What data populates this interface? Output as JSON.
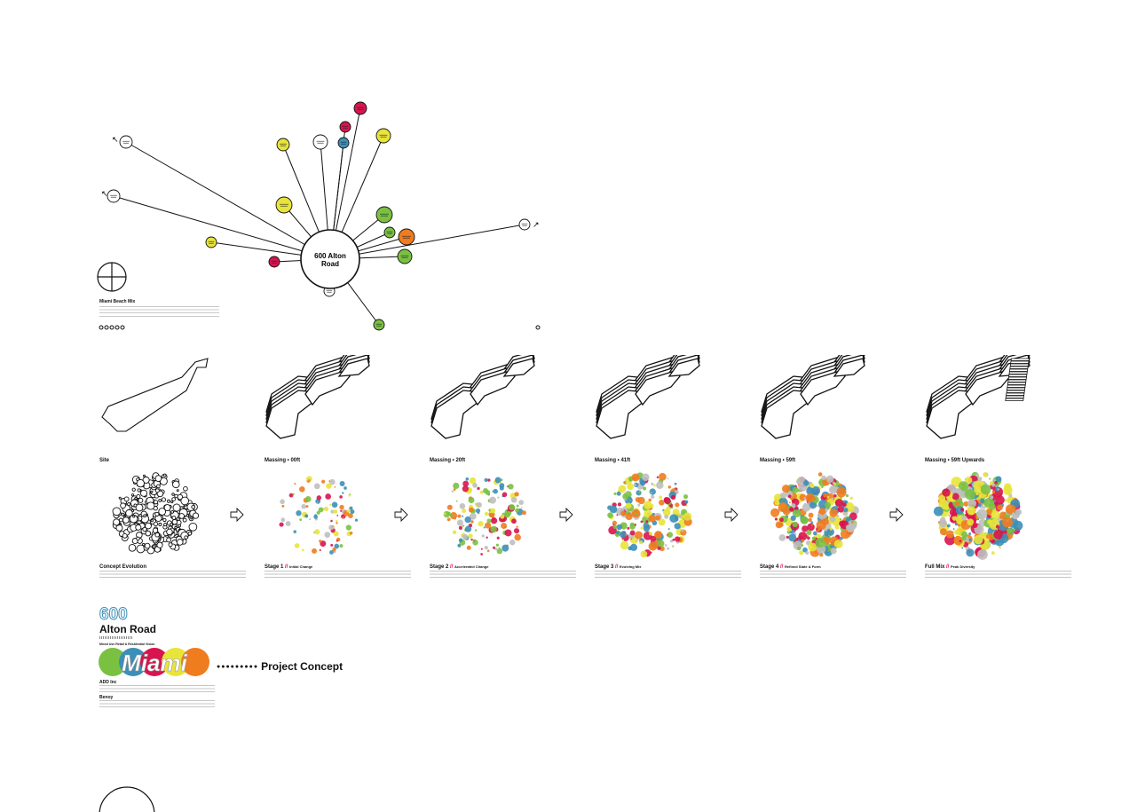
{
  "network": {
    "center_label": [
      "600 Alton",
      "Road"
    ],
    "nodes": [
      {
        "label": "",
        "color": "#ffffff"
      },
      {
        "label": "",
        "color": "#ffffff"
      },
      {
        "label": "",
        "color": "#e8e43a"
      },
      {
        "label": "",
        "color": "#ffffff"
      },
      {
        "label": "",
        "color": "#3c8fb8"
      },
      {
        "label": "",
        "color": "#d8144f"
      },
      {
        "label": "",
        "color": "#d8144f"
      },
      {
        "label": "",
        "color": "#e8e43a"
      },
      {
        "label": "",
        "color": "#e8e43a"
      },
      {
        "label": "",
        "color": "#e8e43a"
      },
      {
        "label": "",
        "color": "#d8144f"
      },
      {
        "label": "",
        "color": "#7ac142"
      },
      {
        "label": "",
        "color": "#7ac142"
      },
      {
        "label": "",
        "color": "#ef7c1f"
      },
      {
        "label": "",
        "color": "#7ac142"
      },
      {
        "label": "",
        "color": "#ffffff"
      },
      {
        "label": "",
        "color": "#7ac142"
      },
      {
        "label": "",
        "color": "#ffffff"
      }
    ]
  },
  "legend": {
    "title": "Miami Beach Mix",
    "body": ""
  },
  "stages": [
    {
      "massing": "Site",
      "massing_note": "",
      "title": "Concept Evolution",
      "title_em": "",
      "subtitle": ""
    },
    {
      "massing": "Massing • 00ft",
      "massing_note": "",
      "title": "Stage 1",
      "title_em": "//",
      "subtitle": "Initial Change"
    },
    {
      "massing": "Massing • 20ft",
      "massing_note": "",
      "title": "Stage 2",
      "title_em": "//",
      "subtitle": "Accelerated Change"
    },
    {
      "massing": "Massing • 41ft",
      "massing_note": "",
      "title": "Stage 3",
      "title_em": "//",
      "subtitle": "Evolving Mix"
    },
    {
      "massing": "Massing • 59ft",
      "massing_note": "",
      "title": "Stage 4",
      "title_em": "//",
      "subtitle": "Refined State & Form"
    },
    {
      "massing": "Massing • 59ft Upwards",
      "massing_note": "",
      "title": "Full Mix",
      "title_em": "//",
      "subtitle": "Peak Diversity"
    }
  ],
  "palette": {
    "red": "#d8144f",
    "yellow": "#e8e43a",
    "green": "#7ac142",
    "orange": "#ef7c1f",
    "blue": "#3c8fb8",
    "grey": "#bfbfbf"
  },
  "footer": {
    "number": "600",
    "title": "Alton Road",
    "tag": "Mixed Use Retail & Residential Vision",
    "miami": "Miami",
    "project_concept": "Project Concept",
    "company1": "ADD Inc",
    "company2": "Benoy"
  }
}
